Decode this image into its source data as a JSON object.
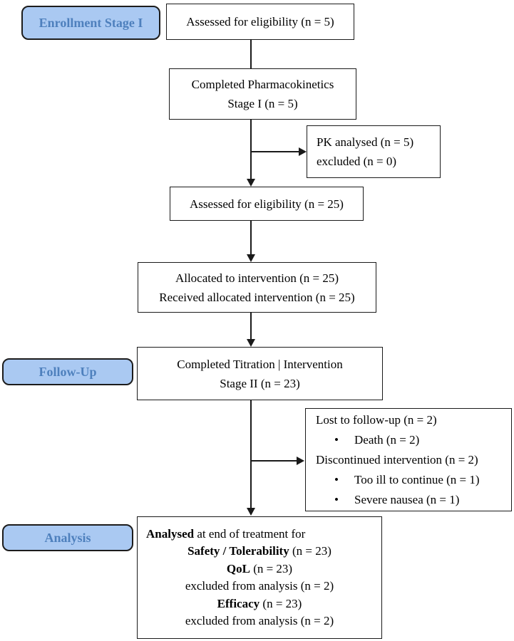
{
  "figure_title": "CONSORT-style participant flow diagram",
  "colors": {
    "stage_fill": "#aac9f2",
    "stage_text": "#4e80bd",
    "stage_border": "#1c1c1c",
    "box_border": "#1a1a1a",
    "box_fill": "#ffffff",
    "line": "#1a1a1a",
    "background": "#ffffff"
  },
  "stages": {
    "enrollment": {
      "label": "Enrollment Stage I"
    },
    "followup": {
      "label": "Follow-Up"
    },
    "analysis": {
      "label": "Analysis"
    }
  },
  "boxes": {
    "assessed_stage1": {
      "line1": "Assessed for eligibility (n = 5)"
    },
    "completed_pk": {
      "line1": "Completed Pharmacokinetics",
      "line2": "Stage I (n = 5)"
    },
    "pk_analysed": {
      "line1": "PK analysed (n = 5)",
      "line2": "excluded (n = 0)"
    },
    "assessed_stage2": {
      "line1": "Assessed for eligibility (n = 25)"
    },
    "allocated": {
      "line1": "Allocated to intervention (n = 25)",
      "line2": "Received allocated intervention (n = 25)"
    },
    "titration": {
      "line1": "Completed Titration | Intervention",
      "line2": "Stage II (n = 23)"
    },
    "lost_followup": {
      "line1": "Lost to follow-up (n = 2)",
      "bullet1": "Death (n = 2)",
      "line2": "Discontinued intervention (n = 2)",
      "bullet2": "Too ill to continue (n = 1)",
      "bullet3": "Severe nausea (n = 1)"
    },
    "analysed": {
      "line1_bold": "Analysed",
      "line1_rest": " at end of treatment for",
      "line2_bold": "Safety / Tolerability",
      "line2_rest": " (n = 23)",
      "line3_bold": "QoL",
      "line3_rest": " (n = 23)",
      "line4": "excluded from analysis (n = 2)",
      "line5_bold": "Efficacy",
      "line5_rest": " (n = 23)",
      "line6": "excluded from analysis (n = 2)"
    }
  }
}
